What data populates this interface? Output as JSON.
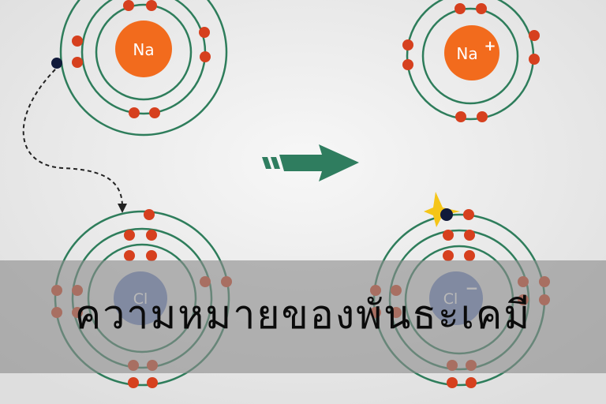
{
  "diagram": {
    "colors": {
      "background": "#e9e9e9",
      "orbit": "#2e7d5b",
      "electron": "#d6401e",
      "transferred_electron": "#111a3a",
      "sodium_nucleus": "#f26b1d",
      "chlorine_nucleus": "#6f86c3",
      "arrow": "#2f7d5f",
      "spark": "#f5c518"
    },
    "atoms": [
      {
        "id": "na-atom",
        "label": "Na",
        "superscript": "",
        "shells": [
          2,
          8,
          1
        ]
      },
      {
        "id": "na-ion",
        "label": "Na",
        "superscript": "+",
        "shells": [
          2,
          8
        ]
      },
      {
        "id": "cl-atom",
        "label": "Cl",
        "superscript": "",
        "shells": [
          2,
          8,
          7
        ]
      },
      {
        "id": "cl-ion",
        "label": "Cl",
        "superscript": "−",
        "shells": [
          2,
          8,
          8
        ]
      }
    ]
  },
  "caption": "ความหมายของพันธะเคมี"
}
